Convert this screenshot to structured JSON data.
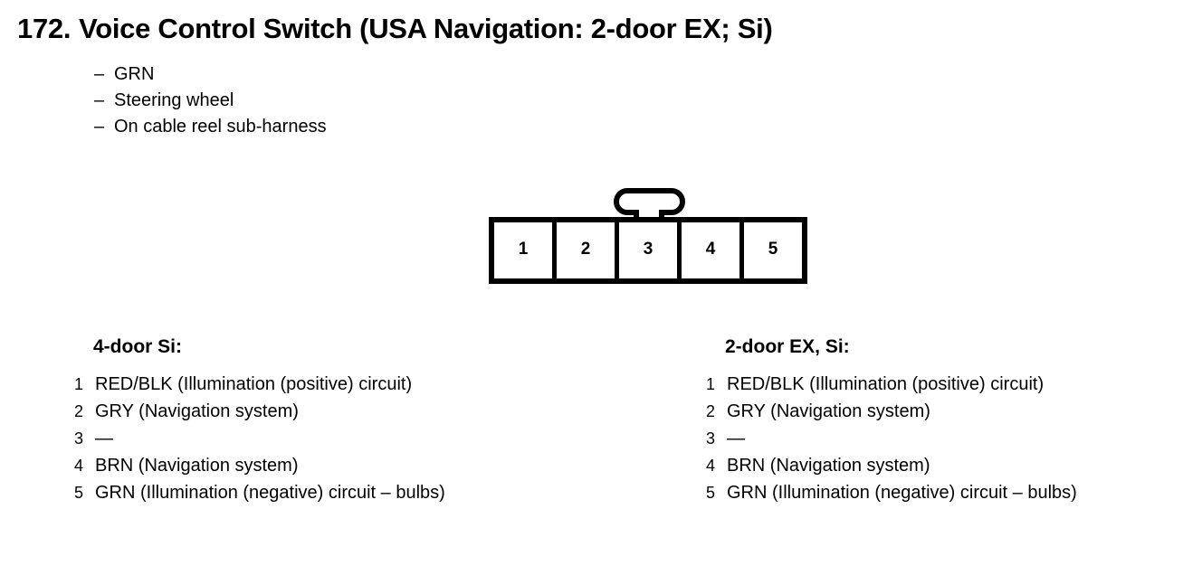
{
  "title": {
    "number": "172.",
    "text": "Voice Control Switch (USA Navigation: 2-door EX; Si)"
  },
  "subnotes": [
    {
      "dash": "–",
      "text": "GRN"
    },
    {
      "dash": "–",
      "text": "Steering wheel"
    },
    {
      "dash": "–",
      "text": "On cable reel sub-harness"
    }
  ],
  "connector": {
    "cavities": [
      "1",
      "2",
      "3",
      "4",
      "5"
    ],
    "tab_position_cavity": "3"
  },
  "columns": [
    {
      "heading": "4-door Si:",
      "pins": [
        {
          "num": "1",
          "desc": "RED/BLK (Illumination (positive) circuit)"
        },
        {
          "num": "2",
          "desc": "GRY (Navigation system)"
        },
        {
          "num": "3",
          "desc": "—"
        },
        {
          "num": "4",
          "desc": "BRN (Navigation system)"
        },
        {
          "num": "5",
          "desc": "GRN (Illumination (negative) circuit – bulbs)"
        }
      ]
    },
    {
      "heading": "2-door EX, Si:",
      "pins": [
        {
          "num": "1",
          "desc": "RED/BLK (Illumination (positive) circuit)"
        },
        {
          "num": "2",
          "desc": "GRY (Navigation system)"
        },
        {
          "num": "3",
          "desc": "—"
        },
        {
          "num": "4",
          "desc": "BRN (Navigation system)"
        },
        {
          "num": "5",
          "desc": "GRN (Illumination (negative) circuit – bulbs)"
        }
      ]
    }
  ],
  "colors": {
    "ink": "#000000",
    "page": "#ffffff"
  }
}
